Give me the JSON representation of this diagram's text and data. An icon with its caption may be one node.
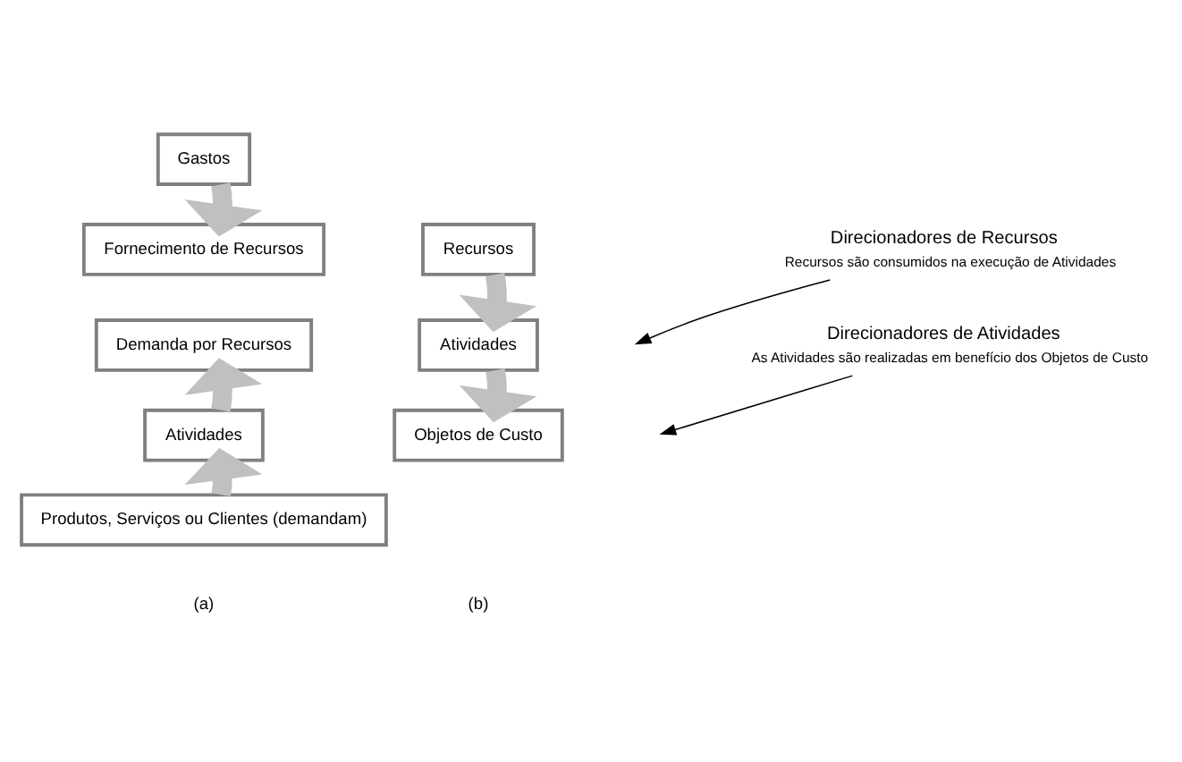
{
  "diagram": {
    "nodes": [
      {
        "text": [
          "Gastos"
        ]
      },
      {
        "text": [
          "Fornecimento de Recursos"
        ]
      },
      {
        "text": [
          "Demanda por Recursos"
        ]
      },
      {
        "text": [
          "Atividades"
        ]
      },
      {
        "text": [
          "Produtos, Serviços ou Clientes (demandam)"
        ]
      },
      {
        "text": [
          "Recursos"
        ]
      },
      {
        "text": [
          "Atividades"
        ]
      },
      {
        "text": [
          "Objetos de Custo"
        ]
      },
      {
        "text": [
          "Direcionadores de Recursos",
          "Recursos são consumidos na execução de Atividades"
        ]
      },
      {
        "text": [
          "Direcionadores de Atividades",
          "As Atividades são realizadas em benefício dos Objetos de Custo"
        ]
      }
    ],
    "edges": [
      {
        "from": 0,
        "to": 1,
        "arrow": "to"
      },
      {
        "from": 3,
        "to": 2,
        "arrow": "to"
      },
      {
        "from": 4,
        "to": 3,
        "arrow": "to"
      },
      {
        "from": 5,
        "to": 6,
        "arrow": "to"
      },
      {
        "from": 6,
        "to": 7,
        "arrow": "to"
      },
      {
        "from": 8,
        "to": null,
        "arrow": "to",
        "color": "#000000"
      },
      {
        "from": 9,
        "to": null,
        "arrow": "to",
        "color": "#000000"
      }
    ],
    "labels": [
      "(a)",
      "(b)"
    ]
  }
}
